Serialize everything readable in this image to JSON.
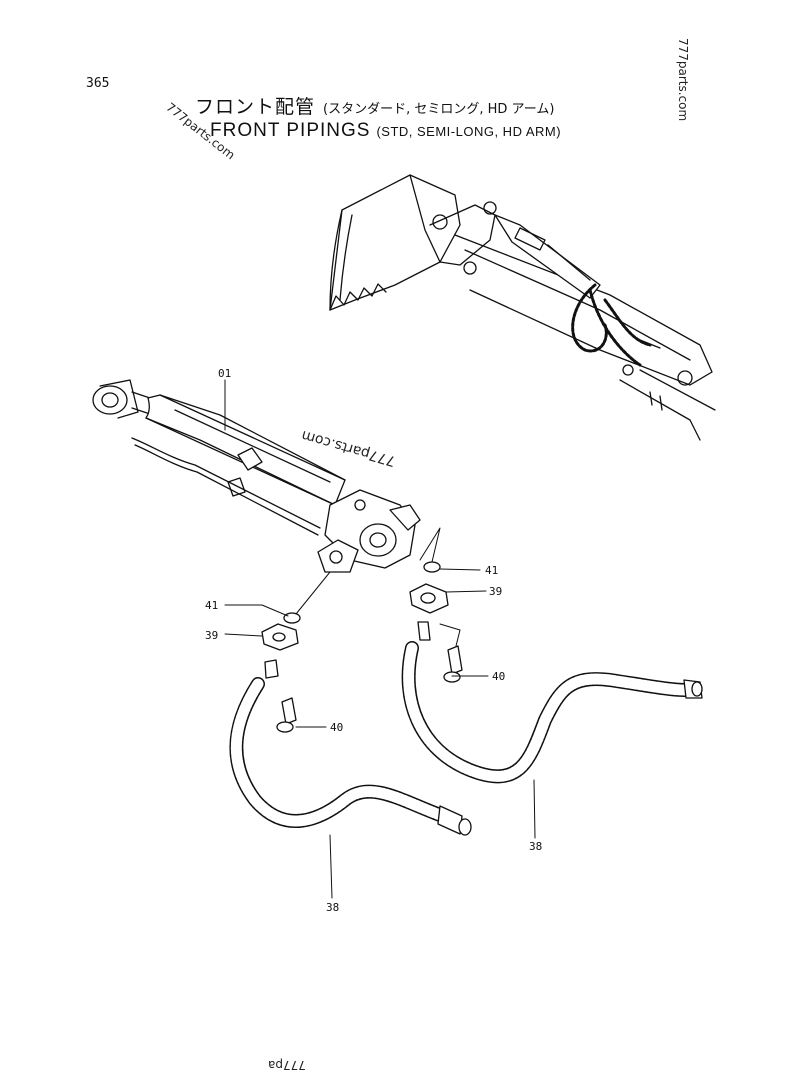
{
  "page_number": "365",
  "title": {
    "japanese": "フロント配管",
    "japanese_sub": "(スタンダード, セミロング, HD アーム)",
    "english": "FRONT PIPINGS",
    "english_sub": "(STD, SEMI-LONG, HD ARM)"
  },
  "watermarks": {
    "top_right": "777parts.com",
    "title_overlay": "777parts.com",
    "center": "777parts.com",
    "bottom": "777ра"
  },
  "callouts": {
    "c01": "01",
    "c41_right": "41",
    "c39_right": "39",
    "c41_left": "41",
    "c39_left": "39",
    "c40_right": "40",
    "c40_left": "40",
    "c38_right": "38",
    "c38_left": "38"
  }
}
